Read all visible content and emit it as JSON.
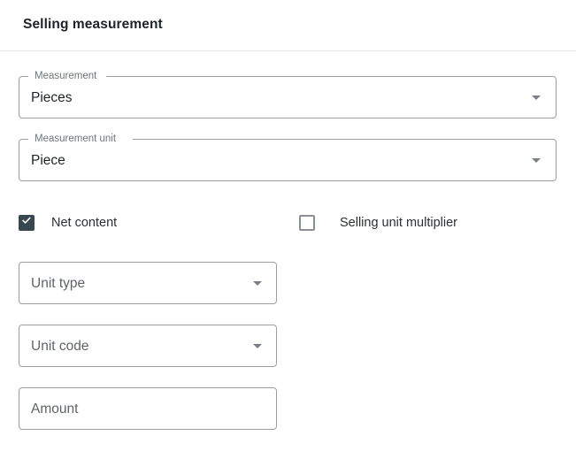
{
  "header": {
    "title": "Selling measurement"
  },
  "form": {
    "fields": [
      {
        "name": "measurement",
        "label": "Measurement",
        "value": "Pieces",
        "type": "select",
        "icon": "chevron-down-icon",
        "filled": true
      },
      {
        "name": "measurement-unit",
        "label": "Measurement unit",
        "value": "Piece",
        "type": "select",
        "icon": "chevron-down-icon",
        "filled": true
      },
      {
        "name": "unit-type",
        "label": "",
        "value": "Unit type",
        "type": "select",
        "icon": "chevron-down-icon",
        "filled": false
      },
      {
        "name": "unit-code",
        "label": "",
        "value": "Unit code",
        "type": "select",
        "icon": "chevron-down-icon",
        "filled": false
      },
      {
        "name": "amount",
        "label": "",
        "value": "Amount",
        "type": "text",
        "icon": "",
        "filled": false
      }
    ],
    "checkboxes": [
      {
        "name": "net-content",
        "label": "Net content",
        "checked": true
      },
      {
        "name": "selling-unit-multiplier",
        "label": "Selling unit multiplier",
        "checked": false
      }
    ]
  },
  "colors": {
    "checkbox_checked_fill": "#37474F",
    "checkbox_border": "#8A8F94",
    "field_border": "#9B9FA3",
    "label_text": "#70757A",
    "value_text": "#1F2328",
    "divider": "#E4E6E8"
  }
}
